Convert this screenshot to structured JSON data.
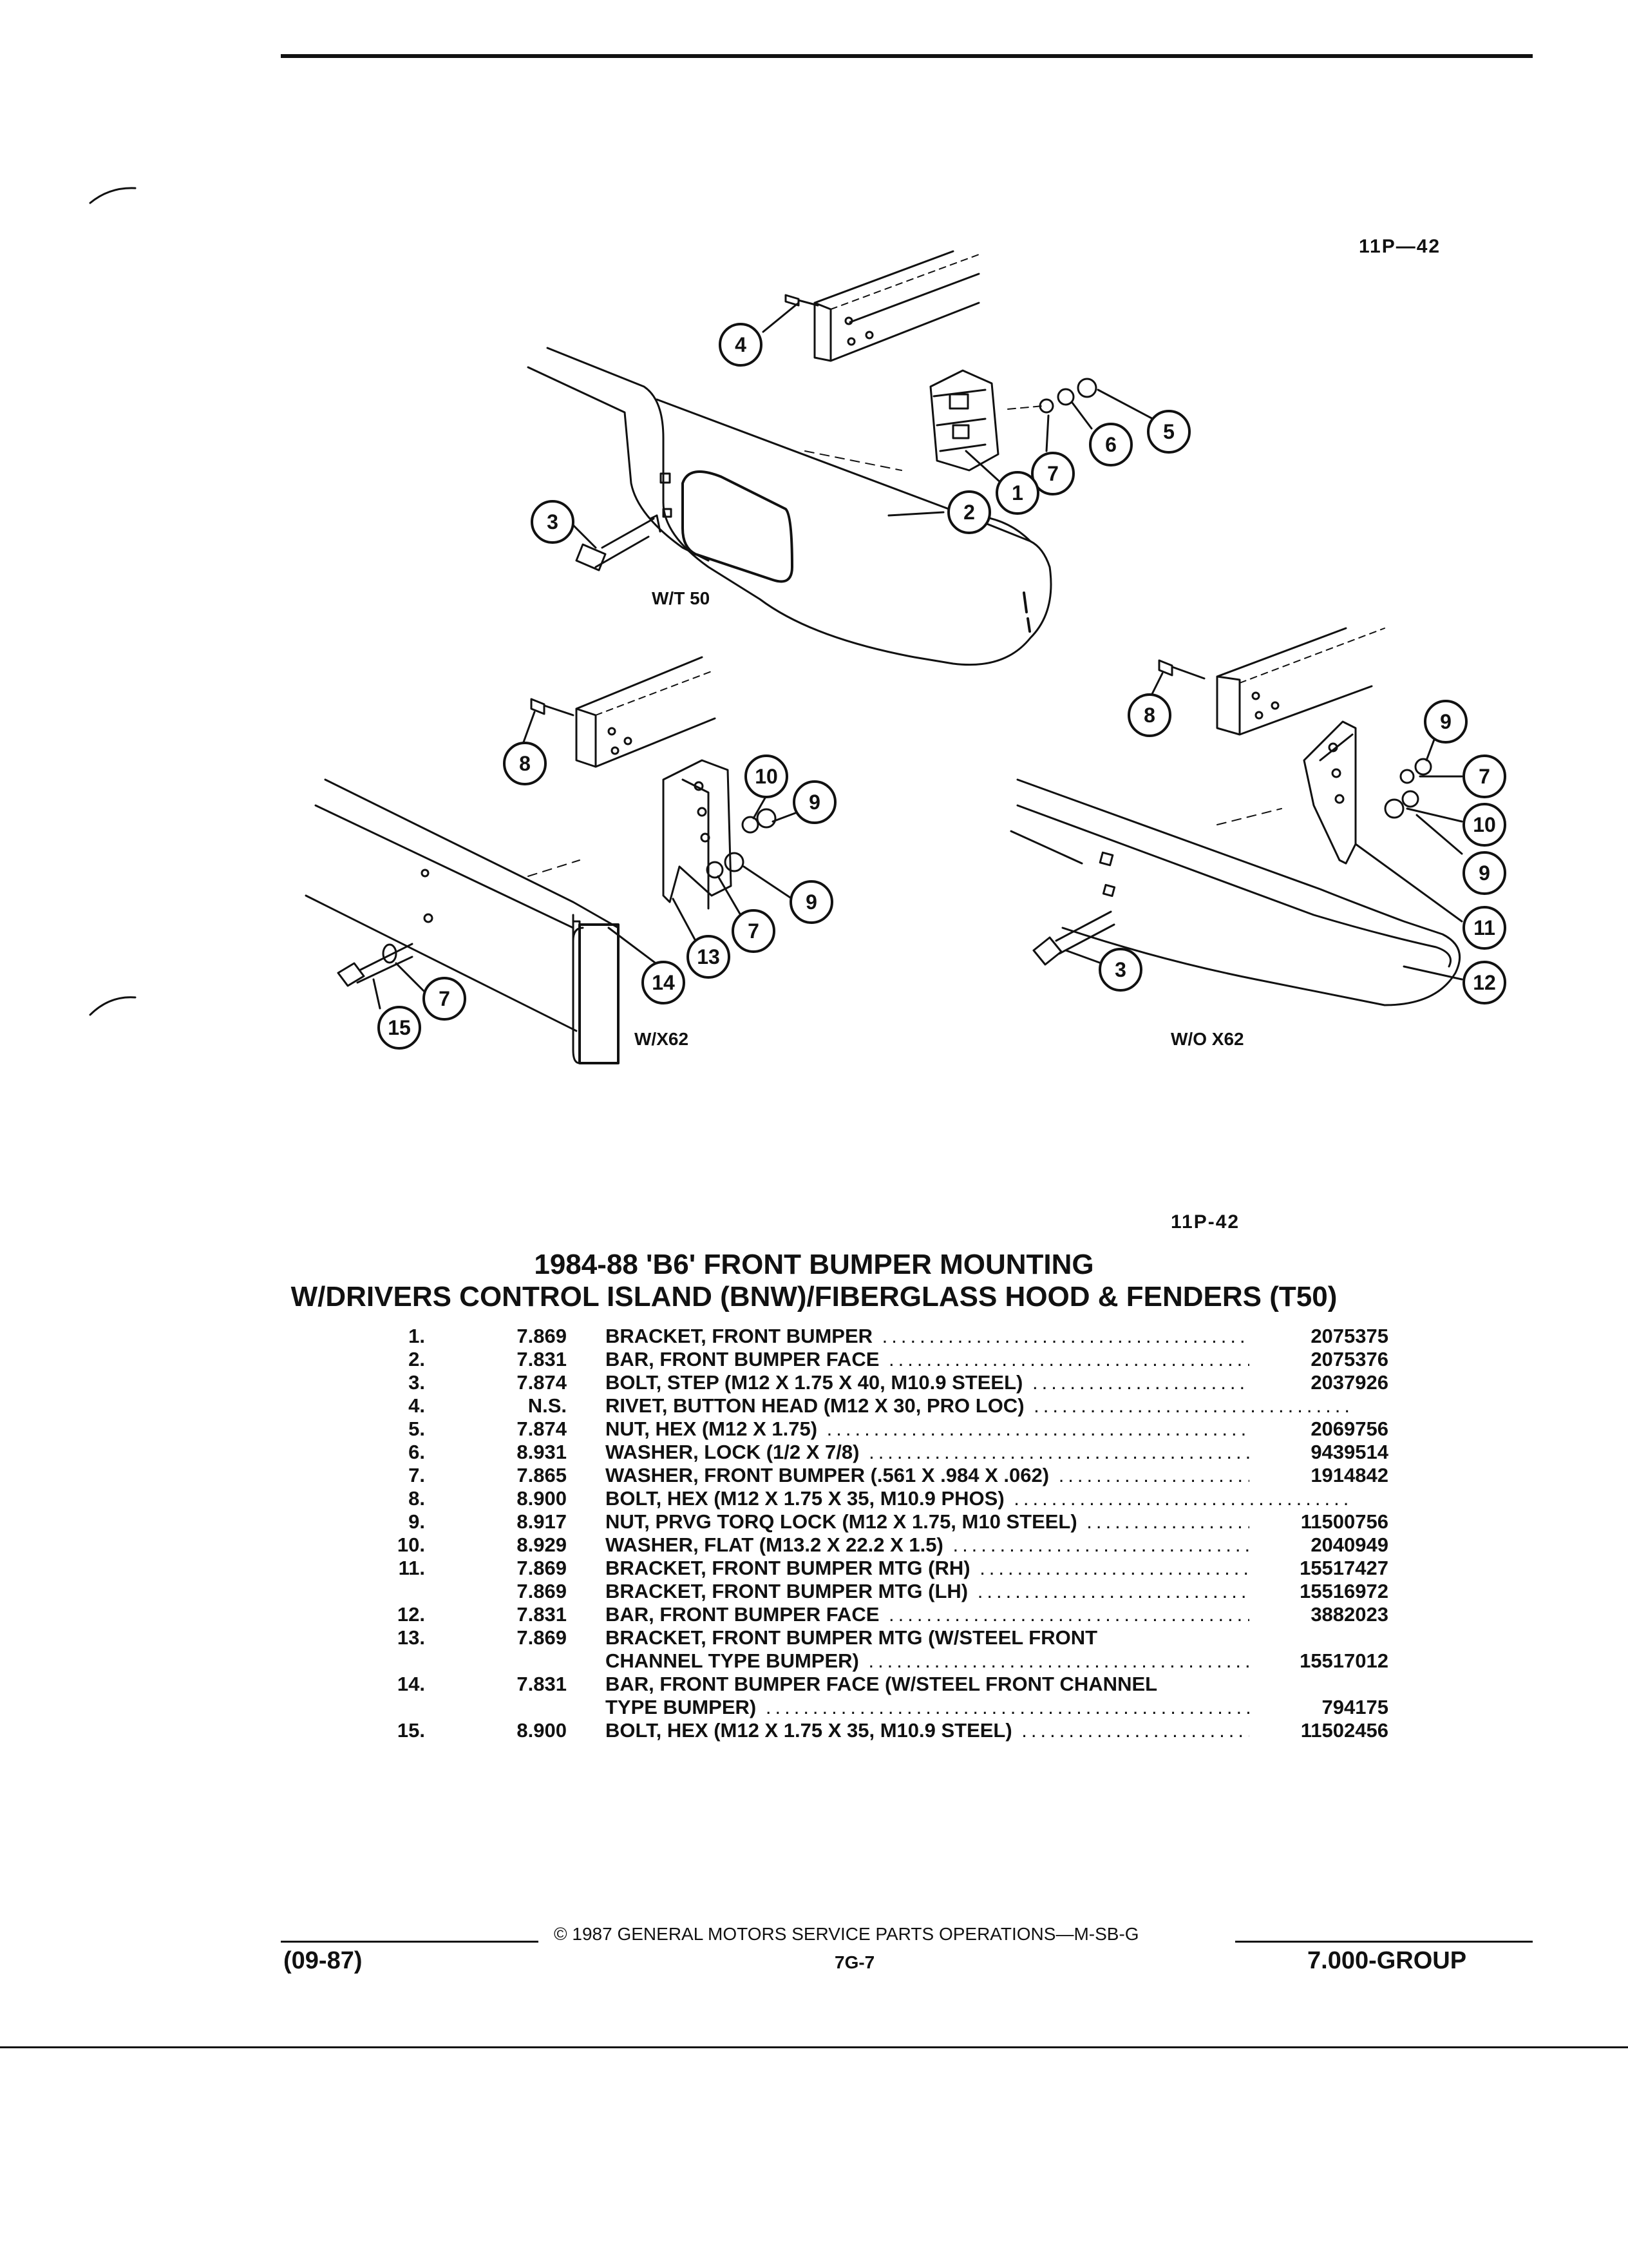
{
  "figure_ref_top": "11P—42",
  "figure_ref_bottom": "11P-42",
  "views": {
    "wt50": "W/T 50",
    "wx62": "W/X62",
    "wox62": "W/O X62"
  },
  "callouts": {
    "c1": "1",
    "c2": "2",
    "c3": "3",
    "c4": "4",
    "c5": "5",
    "c6": "6",
    "c7": "7",
    "c8": "8",
    "c9": "9",
    "c10": "10",
    "c11": "11",
    "c12": "12",
    "c13": "13",
    "c14": "14",
    "c15": "15"
  },
  "title_line1": "1984-88 'B6' FRONT BUMPER MOUNTING",
  "title_line2": "W/DRIVERS CONTROL ISLAND (BNW)/FIBERGLASS HOOD & FENDERS (T50)",
  "parts": [
    {
      "no": "1.",
      "group": "7.869",
      "desc": "BRACKET, FRONT BUMPER",
      "pn": "2075375"
    },
    {
      "no": "2.",
      "group": "7.831",
      "desc": "BAR, FRONT BUMPER FACE",
      "pn": "2075376"
    },
    {
      "no": "3.",
      "group": "7.874",
      "desc": "BOLT, STEP (M12 X 1.75 X 40, M10.9 STEEL)",
      "pn": "2037926"
    },
    {
      "no": "4.",
      "group": "N.S.",
      "desc": "RIVET, BUTTON HEAD (M12 X 30, PRO LOC)",
      "pn": ""
    },
    {
      "no": "5.",
      "group": "7.874",
      "desc": "NUT, HEX (M12 X 1.75)",
      "pn": "2069756"
    },
    {
      "no": "6.",
      "group": "8.931",
      "desc": "WASHER, LOCK (1/2 X 7/8)",
      "pn": "9439514"
    },
    {
      "no": "7.",
      "group": "7.865",
      "desc": "WASHER, FRONT BUMPER (.561 X .984 X .062)",
      "pn": "1914842"
    },
    {
      "no": "8.",
      "group": "8.900",
      "desc": "BOLT, HEX (M12 X 1.75 X 35, M10.9 PHOS)",
      "pn": ""
    },
    {
      "no": "9.",
      "group": "8.917",
      "desc": "NUT, PRVG TORQ LOCK (M12 X 1.75, M10 STEEL)",
      "pn": "11500756"
    },
    {
      "no": "10.",
      "group": "8.929",
      "desc": "WASHER, FLAT (M13.2 X 22.2 X 1.5)",
      "pn": "2040949"
    },
    {
      "no": "11.",
      "group": "7.869",
      "desc": "BRACKET, FRONT BUMPER MTG (RH)",
      "pn": "15517427"
    },
    {
      "no": "",
      "group": "7.869",
      "desc": "BRACKET, FRONT BUMPER MTG (LH)",
      "pn": "15516972"
    },
    {
      "no": "12.",
      "group": "7.831",
      "desc": "BAR, FRONT BUMPER FACE",
      "pn": "3882023"
    },
    {
      "no": "13.",
      "group": "7.869",
      "desc": "BRACKET, FRONT BUMPER MTG (W/STEEL FRONT",
      "pn": ""
    },
    {
      "no": "",
      "group": "",
      "desc": "CHANNEL TYPE BUMPER)",
      "pn": "15517012"
    },
    {
      "no": "14.",
      "group": "7.831",
      "desc": "BAR, FRONT BUMPER FACE (W/STEEL FRONT CHANNEL",
      "pn": ""
    },
    {
      "no": "",
      "group": "",
      "desc": "TYPE BUMPER)",
      "pn": "794175"
    },
    {
      "no": "15.",
      "group": "8.900",
      "desc": "BOLT, HEX (M12 X 1.75 X 35, M10.9 STEEL)",
      "pn": "11502456"
    }
  ],
  "footer": {
    "copyright": "© 1987 GENERAL MOTORS SERVICE PARTS OPERATIONS—M-SB-G",
    "date": "(09-87)",
    "page": "7G-7",
    "group": "7.000-GROUP"
  }
}
